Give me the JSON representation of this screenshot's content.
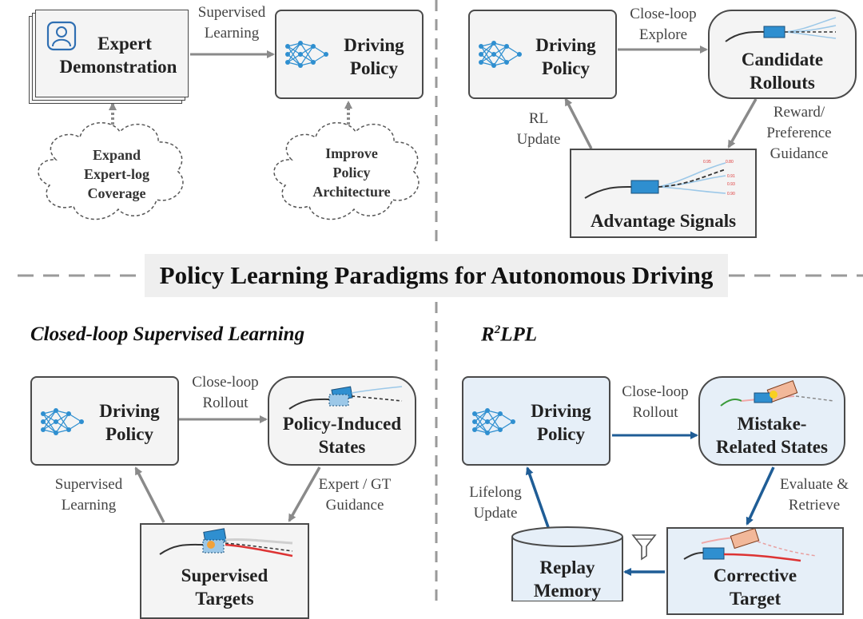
{
  "main_title": "Policy Learning Paradigms for Autonomous Driving",
  "sections": {
    "bottom_left_title": "Closed-loop Supervised Learning",
    "bottom_right_title_main": "R",
    "bottom_right_title_sup": "2",
    "bottom_right_title_rest": "LPL"
  },
  "top_left": {
    "expert_demo": [
      "Expert",
      "Demonstration"
    ],
    "driving_policy": [
      "Driving",
      "Policy"
    ],
    "arrow_label": [
      "Supervised",
      "Learning"
    ],
    "cloud_left": [
      "Expand",
      "Expert-log",
      "Coverage"
    ],
    "cloud_right": [
      "Improve",
      "Policy",
      "Architecture"
    ]
  },
  "top_right": {
    "driving_policy": [
      "Driving",
      "Policy"
    ],
    "candidate_rollouts": [
      "Candidate",
      "Rollouts"
    ],
    "advantage_signals": "Advantage Signals",
    "arrow_explore": [
      "Close-loop",
      "Explore"
    ],
    "arrow_reward": [
      "Reward/",
      "Preference",
      "Guidance"
    ],
    "arrow_rl": [
      "RL",
      "Update"
    ],
    "mini_values": [
      "0.95",
      "0.80",
      "0.91",
      "0.93",
      "0.90"
    ]
  },
  "bottom_left": {
    "driving_policy": [
      "Driving",
      "Policy"
    ],
    "policy_states": [
      "Policy-Induced",
      "States"
    ],
    "supervised_targets": [
      "Supervised",
      "Targets"
    ],
    "arrow_rollout": [
      "Close-loop",
      "Rollout"
    ],
    "arrow_expert": [
      "Expert / GT",
      "Guidance"
    ],
    "arrow_supervised": [
      "Supervised",
      "Learning"
    ]
  },
  "bottom_right": {
    "driving_policy": [
      "Driving",
      "Policy"
    ],
    "mistake_states": [
      "Mistake-",
      "Related States"
    ],
    "corrective_target": [
      "Corrective",
      "Target"
    ],
    "replay_memory": [
      "Replay",
      "Memory"
    ],
    "arrow_rollout": [
      "Close-loop",
      "Rollout"
    ],
    "arrow_evaluate": [
      "Evaluate &",
      "Retrieve"
    ],
    "arrow_lifelong": [
      "Lifelong",
      "Update"
    ]
  },
  "colors": {
    "gray_arrow": "#8a8a8a",
    "blue_arrow": "#1f5d96",
    "accent_blue": "#2f8fd0",
    "divider": "#9a9a9a"
  }
}
